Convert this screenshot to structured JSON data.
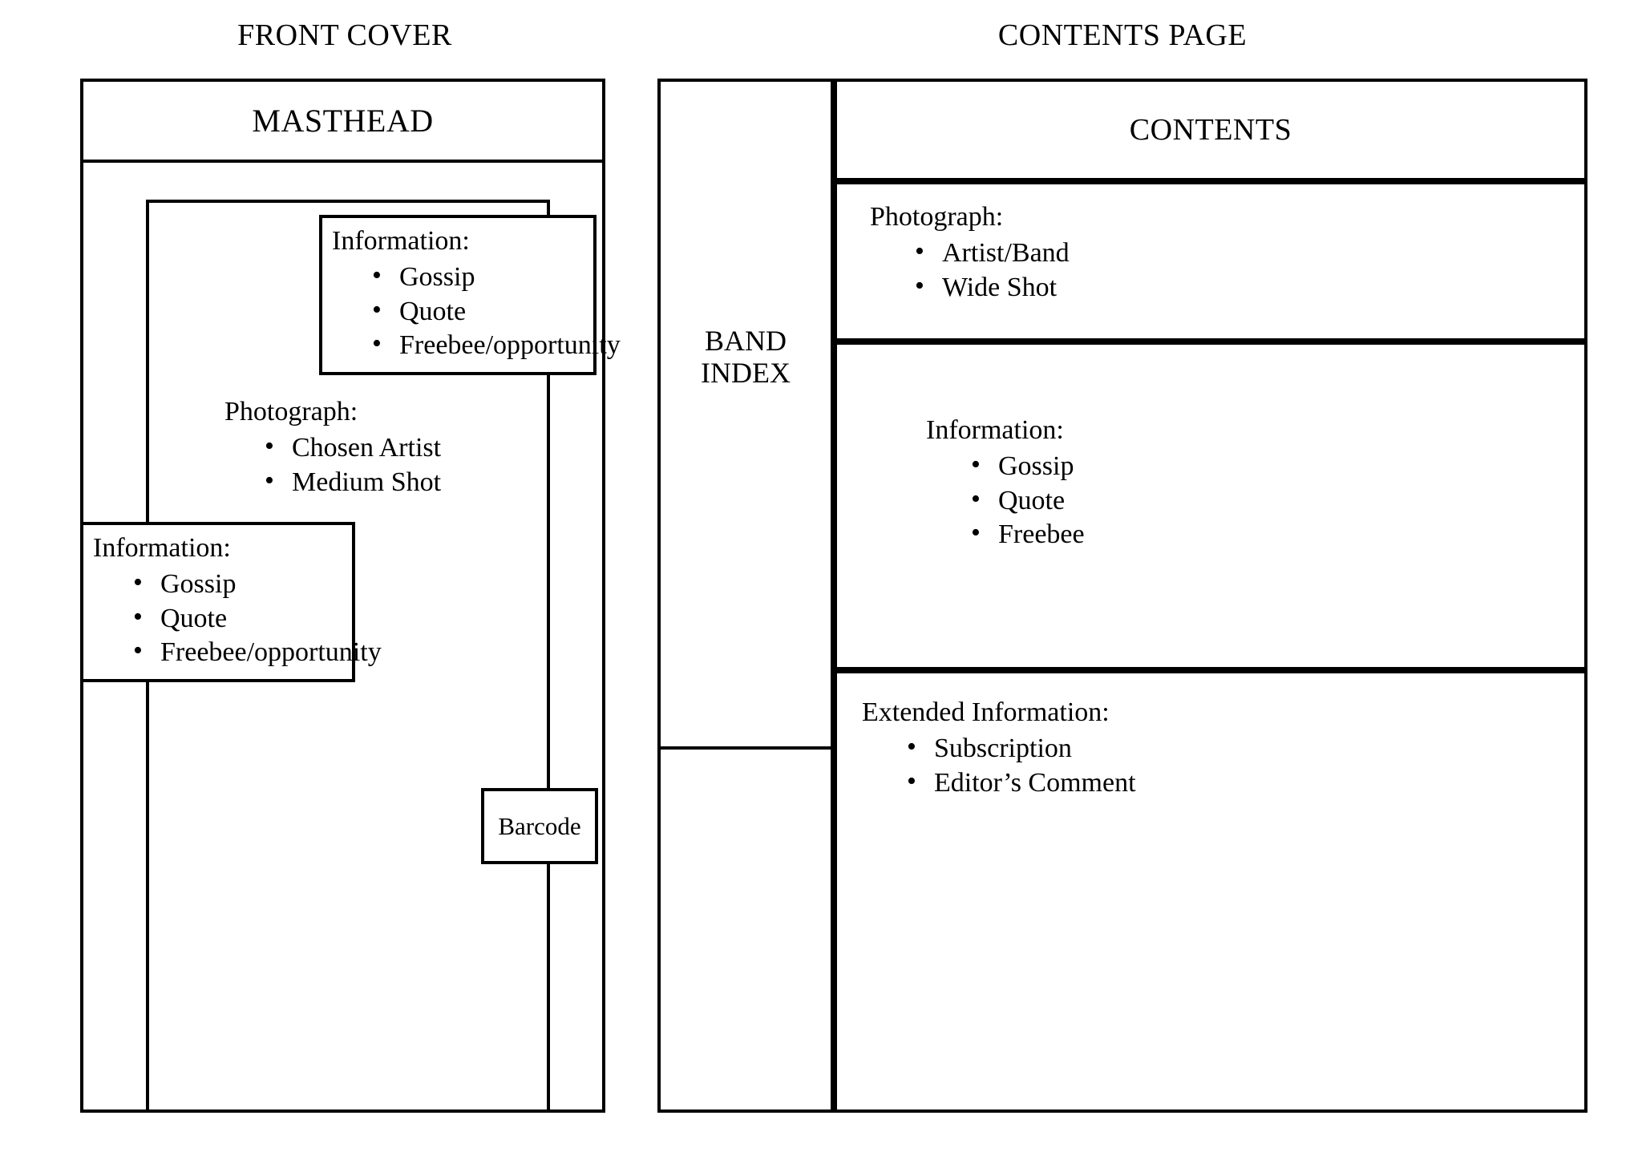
{
  "panels": [
    {
      "id": "front-cover",
      "heading": "FRONT COVER",
      "masthead_label": "MASTHEAD",
      "photo_text": {
        "title": "Photograph:",
        "items": [
          "Chosen Artist",
          "Medium Shot"
        ]
      },
      "info_top": {
        "title": "Information:",
        "items": [
          "Gossip",
          "Quote",
          "Freebee/opportunity"
        ]
      },
      "info_bottom": {
        "title": "Information:",
        "items": [
          "Gossip",
          "Quote",
          "Freebee/opportunity"
        ]
      },
      "barcode_label": "Barcode"
    },
    {
      "id": "contents-page",
      "heading": "CONTENTS PAGE",
      "band_index_label": "BAND\nINDEX",
      "contents_title": "CONTENTS",
      "photo_text": {
        "title": "Photograph:",
        "items": [
          "Artist/Band",
          "Wide Shot"
        ]
      },
      "info": {
        "title": "Information:",
        "items": [
          "Gossip",
          "Quote",
          "Freebee"
        ]
      },
      "extended": {
        "title": "Extended Information:",
        "items": [
          "Subscription",
          "Editor’s Comment"
        ]
      }
    }
  ],
  "style": {
    "ink": "#000000",
    "paper": "#ffffff",
    "bullet_glyph": "•"
  }
}
